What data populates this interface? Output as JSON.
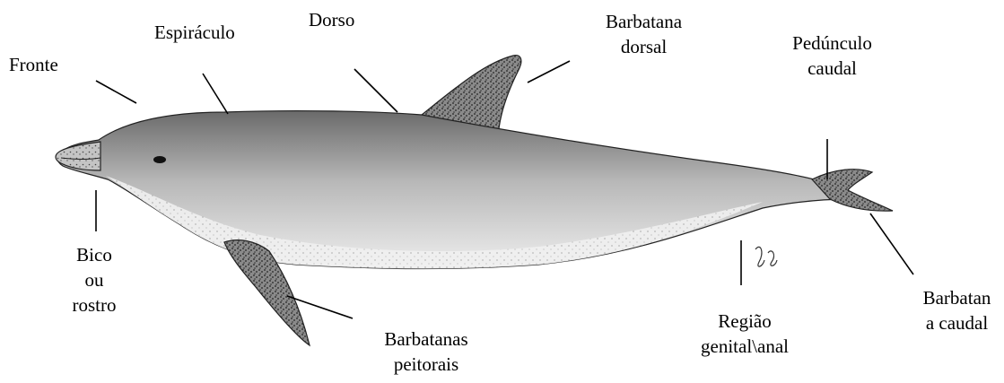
{
  "labels": {
    "fronte": "Fronte",
    "espiraculo": "Espiráculo",
    "dorso": "Dorso",
    "barbatana_dorsal": {
      "line1": "Barbatana",
      "line2": "dorsal"
    },
    "pedunculo_caudal": {
      "line1": "Pedúnculo",
      "line2": "caudal"
    },
    "bico": {
      "line1": "Bico",
      "line2": "ou",
      "line3": "rostro"
    },
    "barbatanas_peitorais": {
      "line1": "Barbatanas",
      "line2": "peitorais"
    },
    "regiao_genital": {
      "line1": "Região",
      "line2": "genital\\anal"
    },
    "barbatana_caudal": {
      "line1": "Barbatan",
      "line2": "a caudal"
    }
  },
  "colors": {
    "ink": "#000000",
    "body_light": "#e9e9e9",
    "body_dark": "#5a5a5a"
  }
}
